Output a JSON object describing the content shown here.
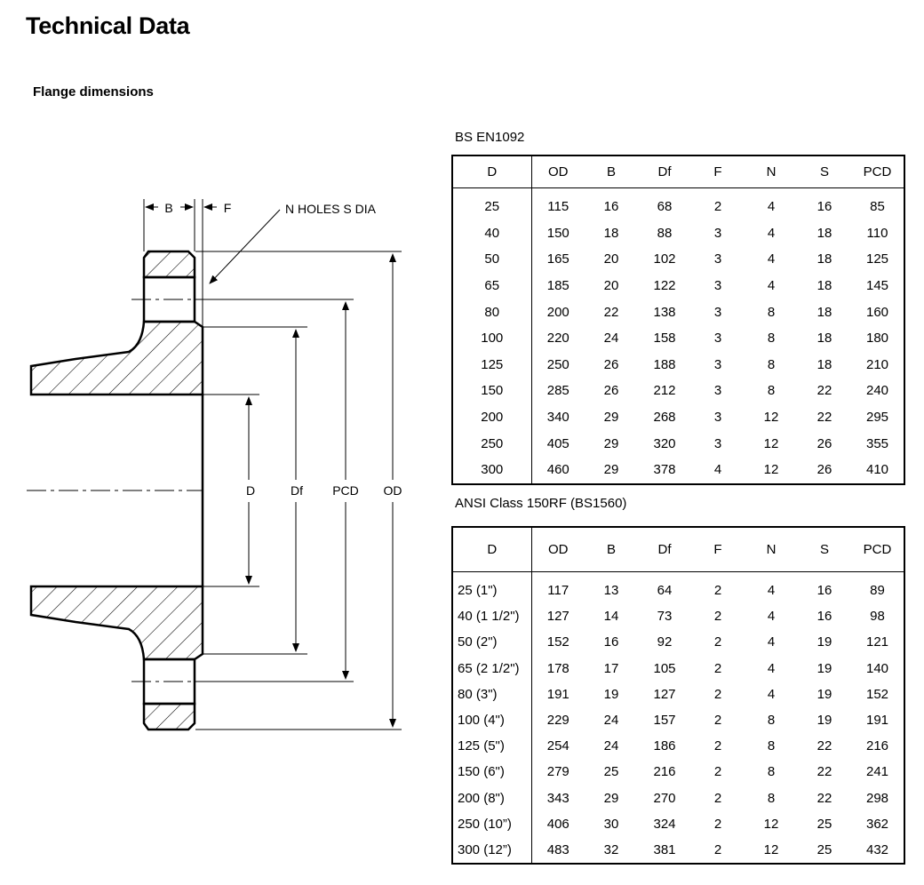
{
  "page": {
    "title": "Technical Data",
    "subtitle": "Flange dimensions"
  },
  "drawing": {
    "labels": {
      "b": "B",
      "f": "F",
      "holes": "N HOLES S DIA",
      "d": "D",
      "df": "Df",
      "pcd": "PCD",
      "od": "OD"
    }
  },
  "tables": [
    {
      "caption": "BS EN1092",
      "headers": [
        "D",
        "OD",
        "B",
        "Df",
        "F",
        "N",
        "S",
        "PCD"
      ],
      "rows": [
        [
          "25",
          "115",
          "16",
          "68",
          "2",
          "4",
          "16",
          "85"
        ],
        [
          "40",
          "150",
          "18",
          "88",
          "3",
          "4",
          "18",
          "110"
        ],
        [
          "50",
          "165",
          "20",
          "102",
          "3",
          "4",
          "18",
          "125"
        ],
        [
          "65",
          "185",
          "20",
          "122",
          "3",
          "4",
          "18",
          "145"
        ],
        [
          "80",
          "200",
          "22",
          "138",
          "3",
          "8",
          "18",
          "160"
        ],
        [
          "100",
          "220",
          "24",
          "158",
          "3",
          "8",
          "18",
          "180"
        ],
        [
          "125",
          "250",
          "26",
          "188",
          "3",
          "8",
          "18",
          "210"
        ],
        [
          "150",
          "285",
          "26",
          "212",
          "3",
          "8",
          "22",
          "240"
        ],
        [
          "200",
          "340",
          "29",
          "268",
          "3",
          "12",
          "22",
          "295"
        ],
        [
          "250",
          "405",
          "29",
          "320",
          "3",
          "12",
          "26",
          "355"
        ],
        [
          "300",
          "460",
          "29",
          "378",
          "4",
          "12",
          "26",
          "410"
        ]
      ]
    },
    {
      "caption": "ANSI Class 150RF (BS1560)",
      "headers": [
        "D",
        "OD",
        "B",
        "Df",
        "F",
        "N",
        "S",
        "PCD"
      ],
      "rows": [
        [
          "25 (1\")",
          "117",
          "13",
          "64",
          "2",
          "4",
          "16",
          "89"
        ],
        [
          "40 (1 1/2\")",
          "127",
          "14",
          "73",
          "2",
          "4",
          "16",
          "98"
        ],
        [
          "50 (2\")",
          "152",
          "16",
          "92",
          "2",
          "4",
          "19",
          "121"
        ],
        [
          "65 (2 1/2\")",
          "178",
          "17",
          "105",
          "2",
          "4",
          "19",
          "140"
        ],
        [
          "80 (3\")",
          "191",
          "19",
          "127",
          "2",
          "4",
          "19",
          "152"
        ],
        [
          "100 (4\")",
          "229",
          "24",
          "157",
          "2",
          "8",
          "19",
          "191"
        ],
        [
          "125 (5\")",
          "254",
          "24",
          "186",
          "2",
          "8",
          "22",
          "216"
        ],
        [
          "150 (6\")",
          "279",
          "25",
          "216",
          "2",
          "8",
          "22",
          "241"
        ],
        [
          "200 (8\")",
          "343",
          "29",
          "270",
          "2",
          "8",
          "22",
          "298"
        ],
        [
          "250 (10”)",
          "406",
          "30",
          "324",
          "2",
          "12",
          "25",
          "362"
        ],
        [
          "300 (12”)",
          "483",
          "32",
          "381",
          "2",
          "12",
          "25",
          "432"
        ]
      ]
    }
  ]
}
